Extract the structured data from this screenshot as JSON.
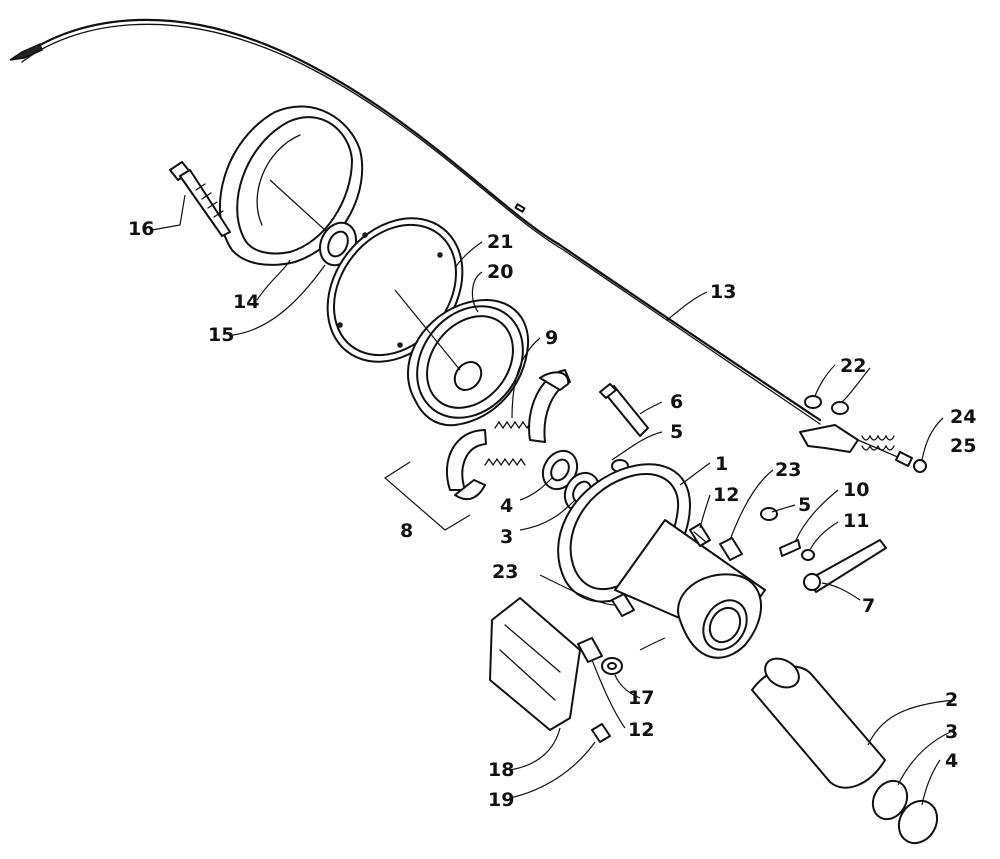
{
  "callouts": [
    {
      "id": "c1",
      "label": "1"
    },
    {
      "id": "c2",
      "label": "2"
    },
    {
      "id": "c3a",
      "label": "3"
    },
    {
      "id": "c3b",
      "label": "3"
    },
    {
      "id": "c4a",
      "label": "4"
    },
    {
      "id": "c4b",
      "label": "4"
    },
    {
      "id": "c5a",
      "label": "5"
    },
    {
      "id": "c5b",
      "label": "5"
    },
    {
      "id": "c6",
      "label": "6"
    },
    {
      "id": "c7",
      "label": "7"
    },
    {
      "id": "c8",
      "label": "8"
    },
    {
      "id": "c9",
      "label": "9"
    },
    {
      "id": "c10",
      "label": "10"
    },
    {
      "id": "c11",
      "label": "11"
    },
    {
      "id": "c12a",
      "label": "12"
    },
    {
      "id": "c12b",
      "label": "12"
    },
    {
      "id": "c13",
      "label": "13"
    },
    {
      "id": "c14",
      "label": "14"
    },
    {
      "id": "c15",
      "label": "15"
    },
    {
      "id": "c16",
      "label": "16"
    },
    {
      "id": "c17",
      "label": "17"
    },
    {
      "id": "c18",
      "label": "18"
    },
    {
      "id": "c19",
      "label": "19"
    },
    {
      "id": "c20",
      "label": "20"
    },
    {
      "id": "c21",
      "label": "21"
    },
    {
      "id": "c22",
      "label": "22"
    },
    {
      "id": "c23a",
      "label": "23"
    },
    {
      "id": "c23b",
      "label": "23"
    },
    {
      "id": "c24",
      "label": "24"
    },
    {
      "id": "c25",
      "label": "25"
    }
  ]
}
